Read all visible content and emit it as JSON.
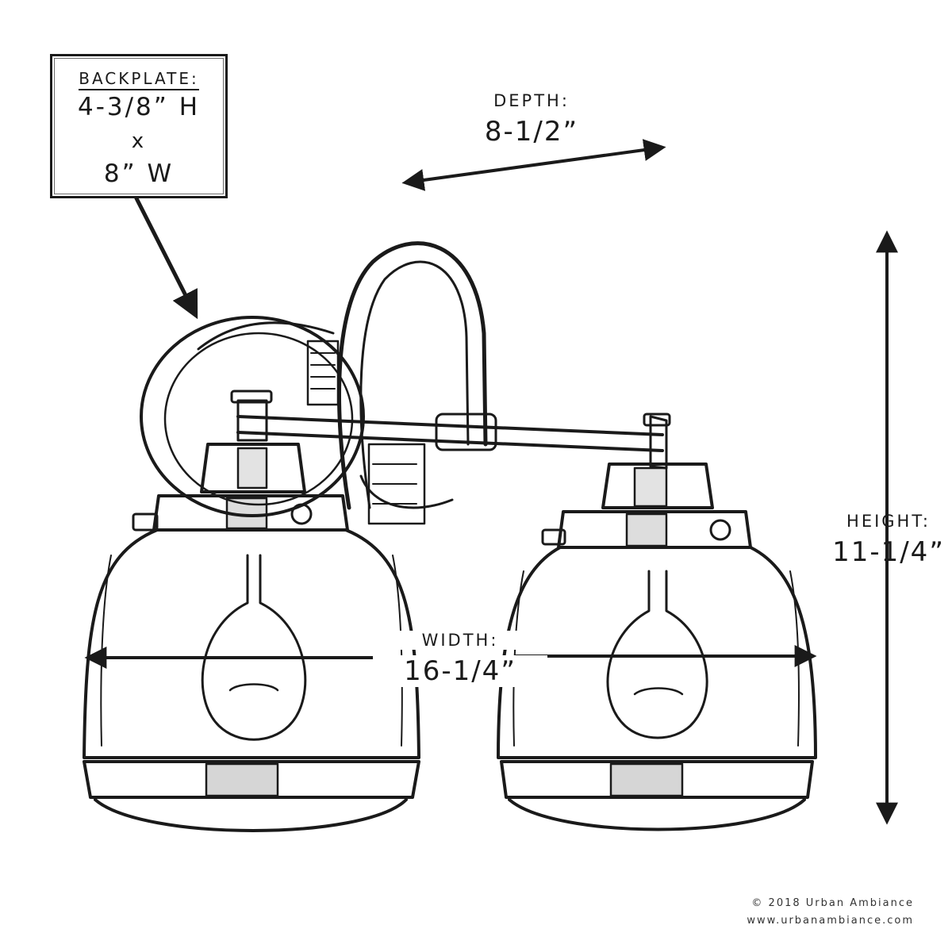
{
  "backplate": {
    "title": "BACKPLATE:",
    "height": "4-3/8” H",
    "times": "x",
    "width": "8” W"
  },
  "depth": {
    "title": "DEPTH:",
    "value": "8-1/2”"
  },
  "height": {
    "title": "HEIGHT:",
    "value": "11-1/4”"
  },
  "width": {
    "title": "WIDTH:",
    "value": "16-1/4”"
  },
  "footer": {
    "copyright": "© 2018 Urban Ambiance",
    "website": "www.urbanambiance.com"
  },
  "colors": {
    "ink": "#1a1a1a",
    "background": "#ffffff"
  }
}
